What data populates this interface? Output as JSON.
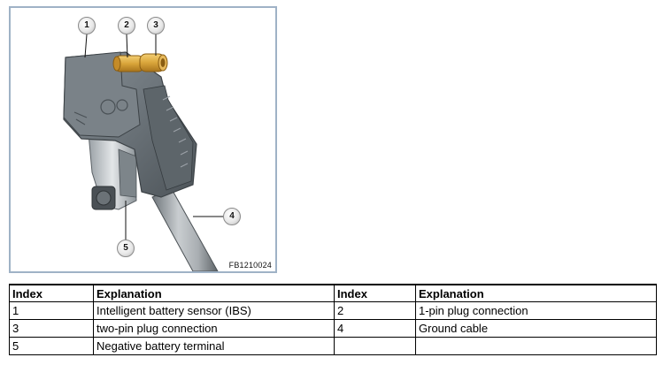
{
  "figure": {
    "code": "FB1210024",
    "callouts": [
      "1",
      "2",
      "3",
      "4",
      "5"
    ]
  },
  "table": {
    "headers": [
      "Index",
      "Explanation",
      "Index",
      "Explanation"
    ],
    "rows": [
      [
        "1",
        "Intelligent battery sensor (IBS)",
        "2",
        "1-pin plug connection"
      ],
      [
        "3",
        "two-pin plug connection",
        "4",
        "Ground cable"
      ],
      [
        "5",
        "Negative battery terminal",
        "",
        ""
      ]
    ]
  },
  "colors": {
    "figure_border": "#9fb2c6",
    "plug_brass": "#d9a53a",
    "sensor_body": "#6e767c"
  }
}
